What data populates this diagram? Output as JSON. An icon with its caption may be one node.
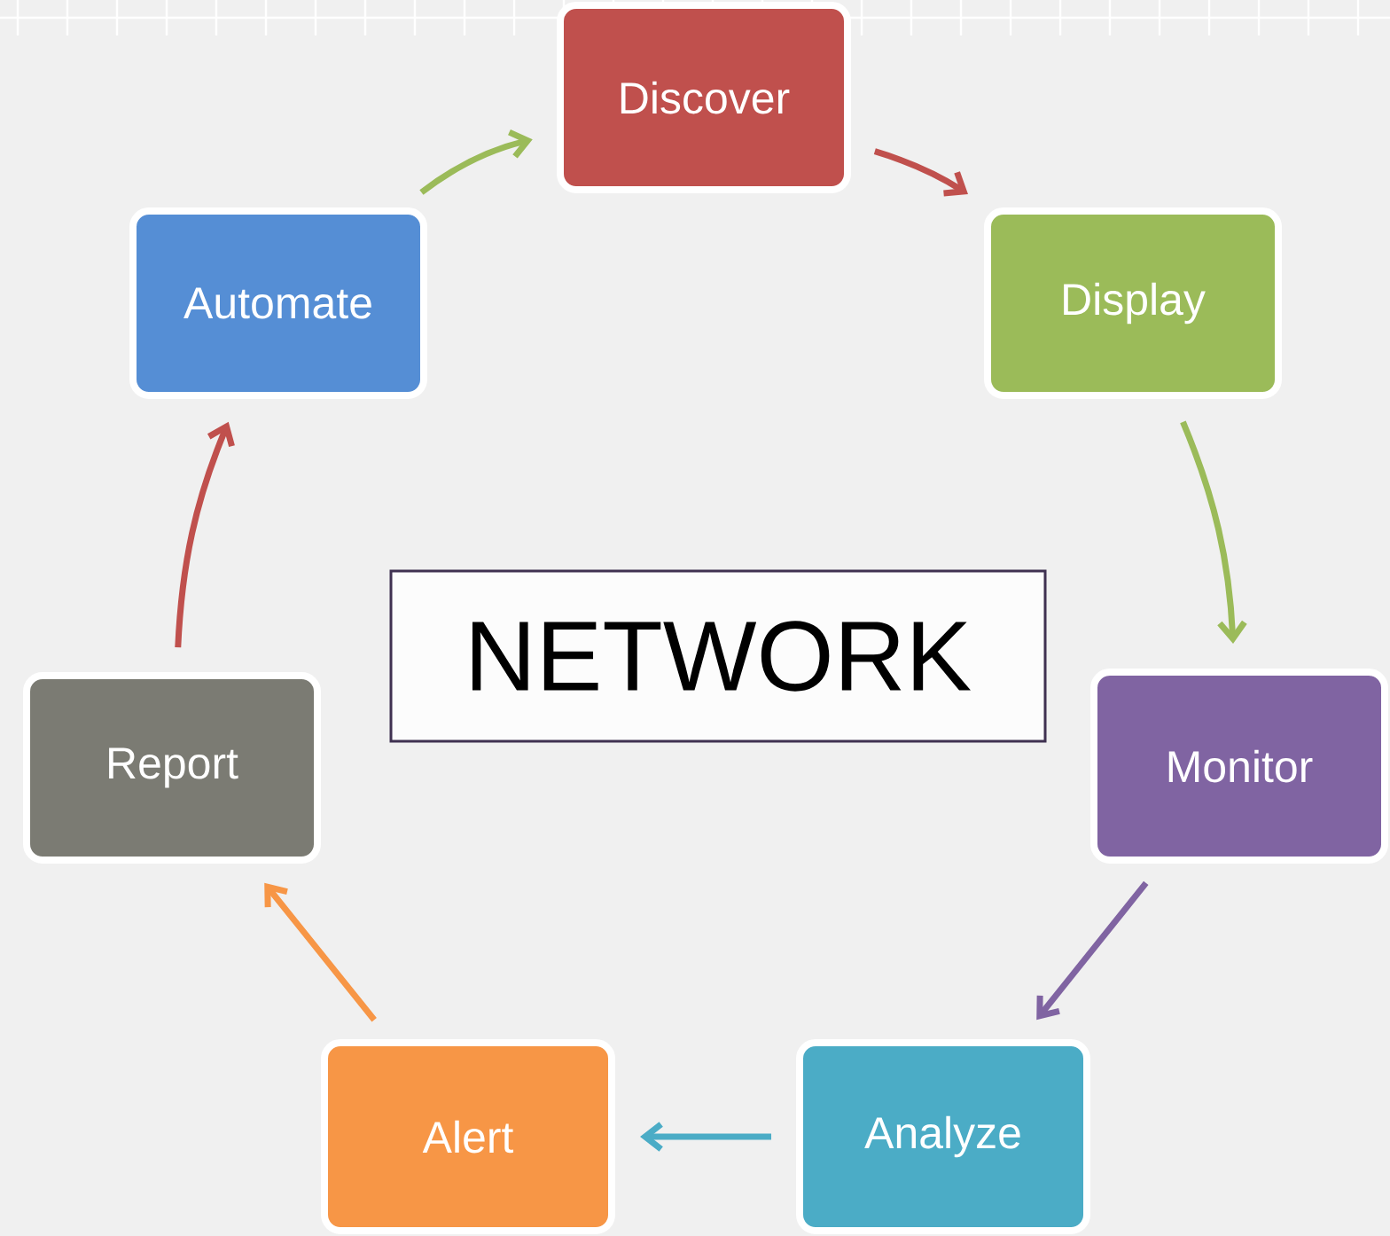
{
  "diagram": {
    "nodes": [
      {
        "text": [
          "Discover"
        ]
      },
      {
        "text": [
          "Display"
        ]
      },
      {
        "text": [
          "Monitor"
        ]
      },
      {
        "text": [
          "Analyze"
        ]
      },
      {
        "text": [
          "Alert"
        ]
      },
      {
        "text": [
          "Report"
        ]
      },
      {
        "text": [
          "Automate"
        ]
      },
      {
        "text": [
          "NETWORK"
        ]
      }
    ],
    "edges": [
      {
        "from": 6,
        "to": 0,
        "arrow": "to",
        "color": "#9bbb59"
      },
      {
        "from": 0,
        "to": 1,
        "arrow": "to",
        "color": "#c0504d"
      },
      {
        "from": 1,
        "to": 2,
        "arrow": "to",
        "color": "#9bbb59"
      },
      {
        "from": 2,
        "to": 3,
        "arrow": "to",
        "color": "#8064a2"
      },
      {
        "from": 3,
        "to": 4,
        "arrow": "to",
        "color": "#4bacc6"
      },
      {
        "from": 4,
        "to": 5,
        "arrow": "to",
        "color": "#f79646"
      },
      {
        "from": 5,
        "to": 6,
        "arrow": "to",
        "color": "#c0504d"
      }
    ]
  }
}
